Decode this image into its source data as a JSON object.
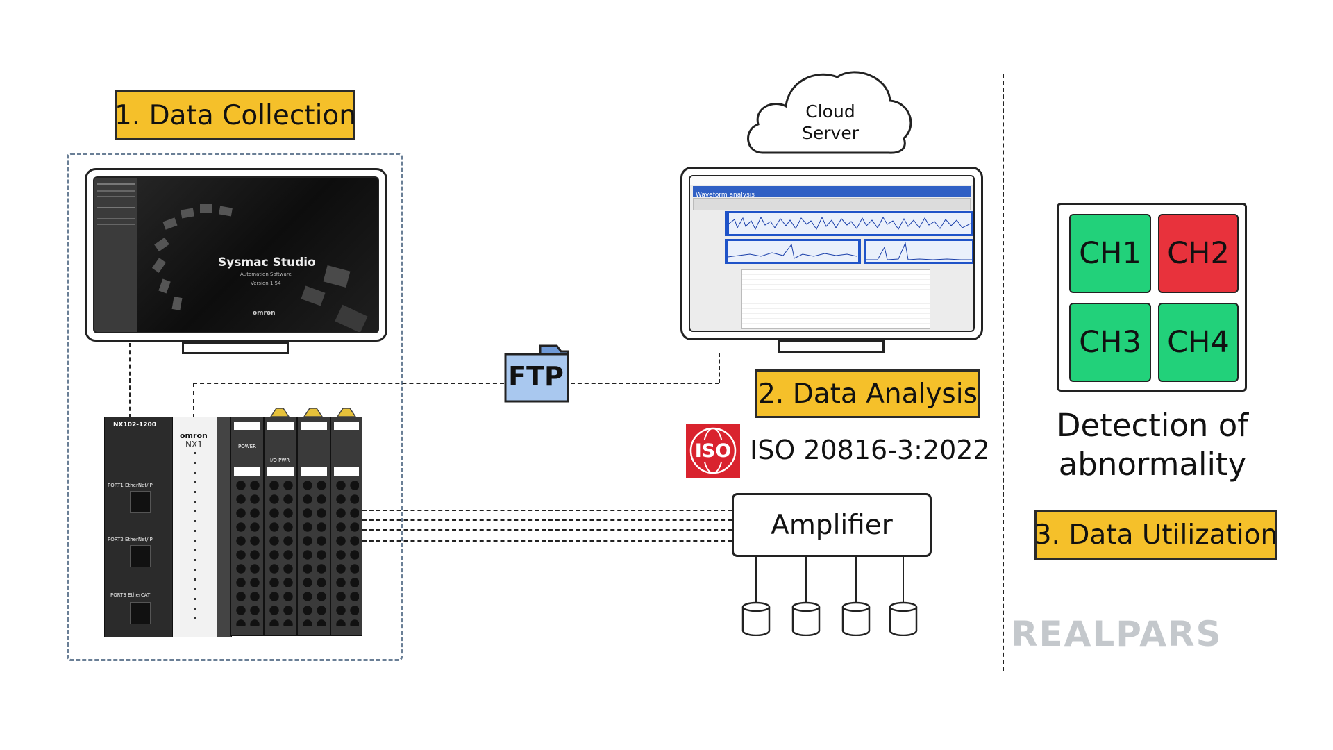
{
  "labels": {
    "data_collection": "1. Data Collection",
    "data_analysis": "2. Data Analysis",
    "data_utilization": "3. Data Utilization"
  },
  "cloud": {
    "line1": "Cloud",
    "line2": "Server"
  },
  "ftp": "FTP",
  "amplifier": "Amplifier",
  "iso": {
    "logo": "ISO",
    "standard": "ISO 20816-3:2022"
  },
  "channels": [
    {
      "label": "CH1",
      "color": "#22d17a"
    },
    {
      "label": "CH2",
      "color": "#e8323c"
    },
    {
      "label": "CH3",
      "color": "#22d17a"
    },
    {
      "label": "CH4",
      "color": "#22d17a"
    }
  ],
  "detection": {
    "line1": "Detection of",
    "line2": "abnormality"
  },
  "brand": "REALPARS",
  "sysmac": {
    "title": "Sysmac Studio",
    "subtitle": "Automation Software",
    "version": "Version 1.54",
    "vendor": "omron"
  },
  "waveform": {
    "title": "Waveform analysis"
  },
  "plc": {
    "model": "NX102-1200",
    "brand": "omron",
    "series": "NX1",
    "port1": "PORT1 EtherNet/IP",
    "port2": "PORT2 EtherNet/IP",
    "port3": "PORT3 EtherCAT",
    "power": "POWER",
    "io_pwr": "I/O PWR"
  },
  "colors": {
    "accent_yellow": "#f5c02a",
    "ok": "#22d17a",
    "alarm": "#e8323c",
    "iso_red": "#d9232e"
  }
}
